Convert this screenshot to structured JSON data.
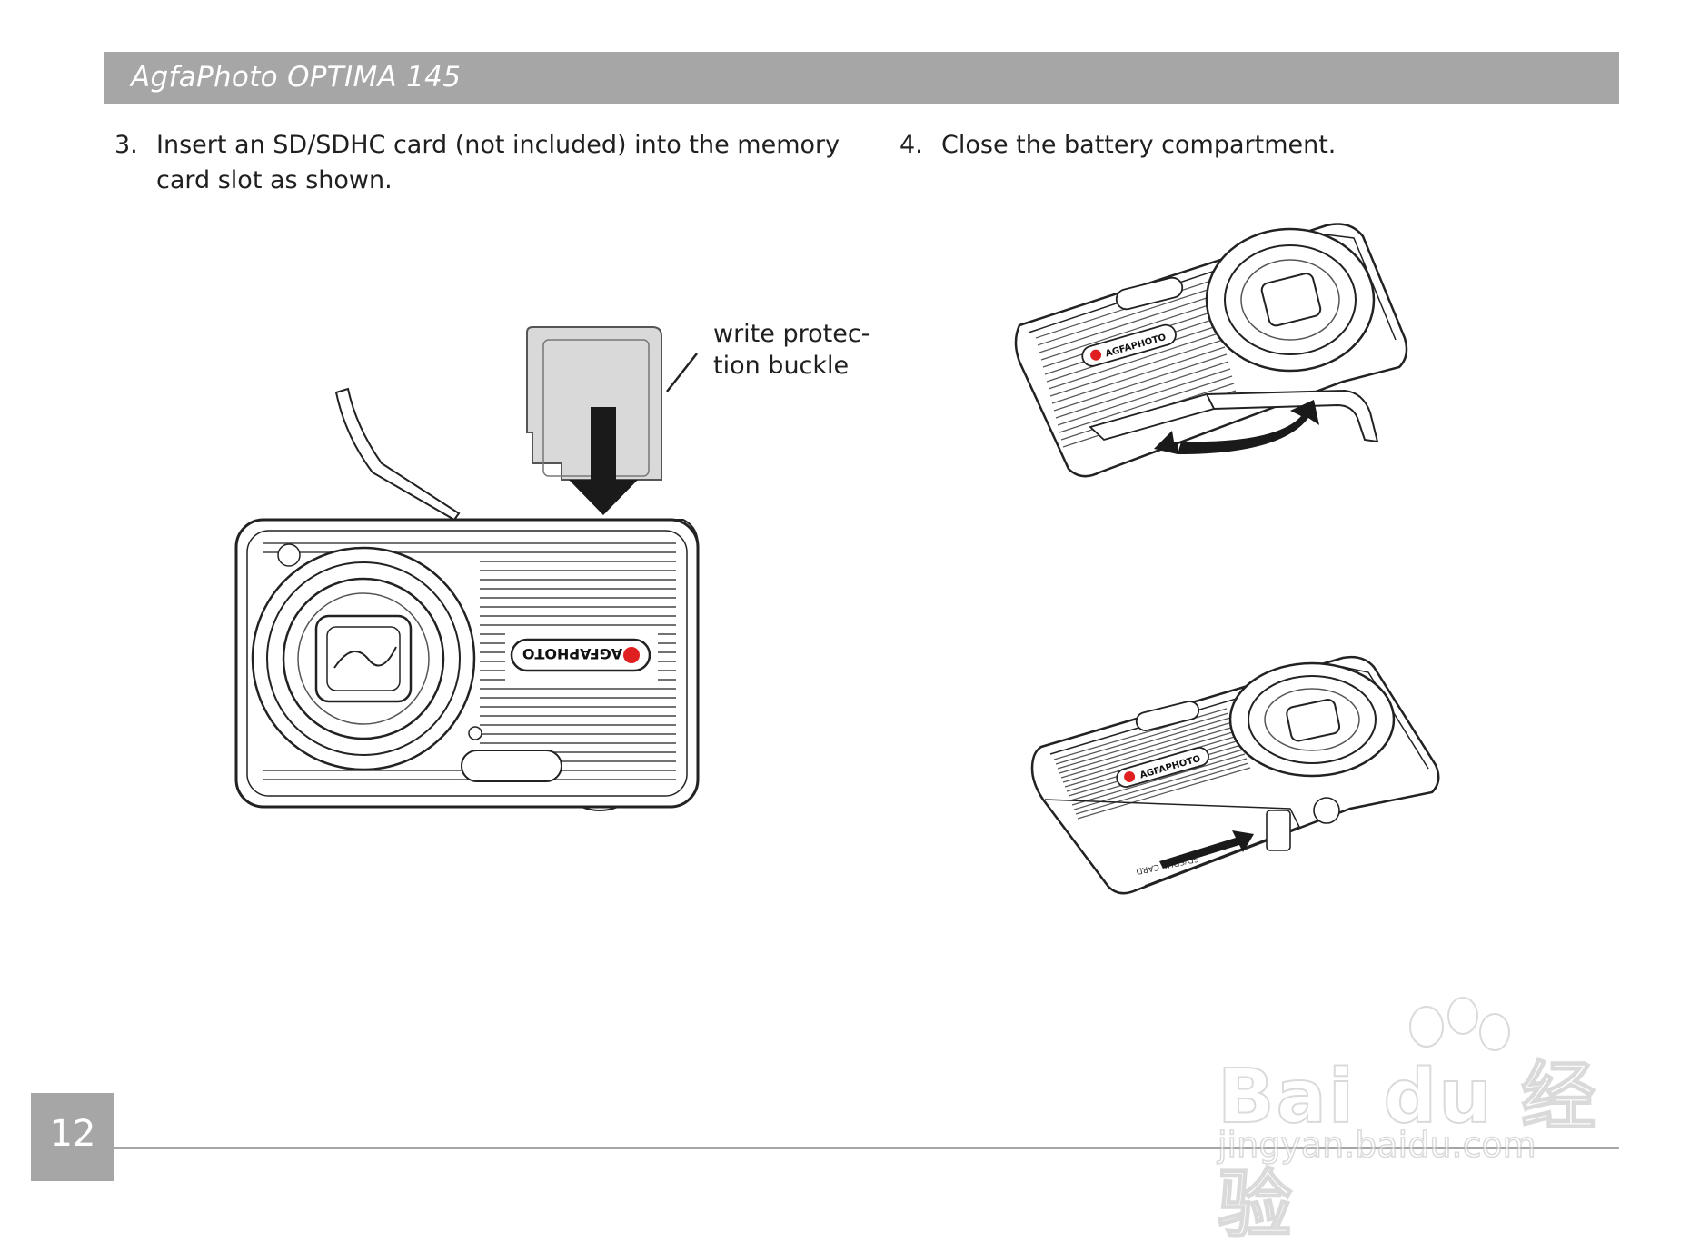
{
  "header": {
    "title": "AgfaPhoto OPTIMA 145"
  },
  "steps": [
    {
      "number": "3.",
      "lines": [
        "Insert an SD/SDHC card (not included) into the memory",
        "card slot as shown."
      ]
    },
    {
      "number": "4.",
      "lines": [
        "Close the battery compartment."
      ]
    }
  ],
  "callout": {
    "lines": [
      "write protec-",
      "tion buckle"
    ]
  },
  "camera": {
    "brand_label": "AGFAPHOTO",
    "card_slot_label": "SD/SDHC CARD"
  },
  "footer": {
    "page_number": "12"
  },
  "watermark": {
    "line1": "Bai du 经验",
    "line2": "jingyan.baidu.com"
  },
  "colors": {
    "header_bar": "#a6a6a6",
    "brand_red": "#e02020",
    "card_fill": "#d9d9d9"
  }
}
